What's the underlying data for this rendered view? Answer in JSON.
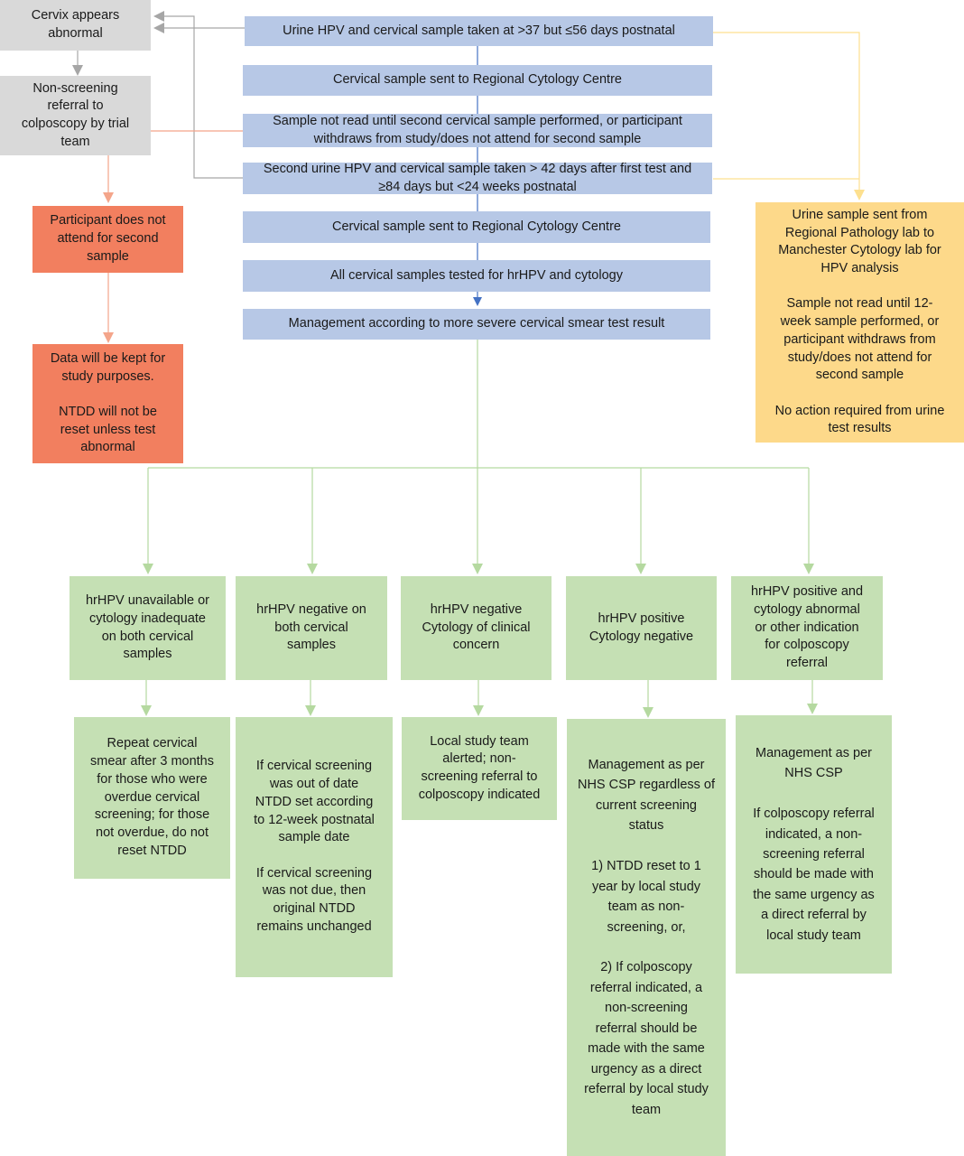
{
  "colors": {
    "blue_box": "#b7c8e6",
    "grey_box": "#d9d9d9",
    "orange_box": "#f27f5f",
    "yellow_box": "#fdd98a",
    "green_box": "#c5e0b4",
    "blue_line": "#4472c4",
    "grey_line": "#a6a6a6",
    "orange_line": "#f4a58a",
    "yellow_line": "#fde08f",
    "green_line": "#b5d9a0"
  },
  "main_flow": [
    "Urine HPV and cervical sample taken at >37 but ≤56 days postnatal",
    "Cervical sample sent to Regional Cytology Centre",
    "Sample not read until second cervical sample performed, or participant\nwithdraws from study/does not attend for second sample",
    "Second urine HPV and cervical sample taken > 42 days after first test and\n≥84 days but <24 weeks postnatal",
    "Cervical sample sent to Regional Cytology Centre",
    "All cervical samples tested for hrHPV and cytology",
    "Management according to more severe cervical smear test result"
  ],
  "left_grey": {
    "abnormal": "Cervix appears\nabnormal",
    "referral": "Non-screening\nreferral to\ncolposcopy by trial\nteam"
  },
  "left_orange": {
    "no_attend": "Participant does not\nattend for second\nsample",
    "data_kept": "Data will be kept for\nstudy purposes.\n\nNTDD will not be\nreset unless test\nabnormal"
  },
  "right_yellow": "Urine sample sent from\nRegional Pathology lab to\nManchester Cytology lab for\nHPV analysis\n\nSample not read until 12-\nweek sample performed, or\nparticipant withdraws from\nstudy/does not attend for\nsecond sample\n\nNo action required from urine\ntest results",
  "outcomes": [
    "hrHPV unavailable or\ncytology inadequate\non both cervical\nsamples",
    "hrHPV negative on\nboth cervical\nsamples",
    "hrHPV negative\nCytology of clinical\nconcern",
    "hrHPV positive\nCytology negative",
    "hrHPV positive and\ncytology abnormal\nor other indication\nfor colposcopy\nreferral"
  ],
  "actions": [
    "Repeat cervical\nsmear after 3 months\nfor those who were\noverdue cervical\nscreening; for those\nnot overdue, do not\nreset NTDD",
    "If cervical screening\nwas out of date\nNTDD set according\nto 12-week postnatal\nsample date\n\nIf cervical screening\nwas not due, then\noriginal NTDD\nremains unchanged",
    "Local study team\nalerted; non-\nscreening referral to\ncolposcopy  indicated",
    "Management as per\nNHS CSP regardless of\ncurrent screening\nstatus\n\n1) NTDD reset to 1\nyear by local study\nteam as non-\nscreening, or,\n\n2) If colposcopy\nreferral indicated, a\nnon-screening\nreferral should be\nmade with the same\nurgency as a direct\nreferral by local study\nteam",
    "Management as per\nNHS CSP\n\nIf colposcopy referral\nindicated, a non-\nscreening referral\nshould be made with\nthe same urgency as\na direct referral by\nlocal study team"
  ]
}
